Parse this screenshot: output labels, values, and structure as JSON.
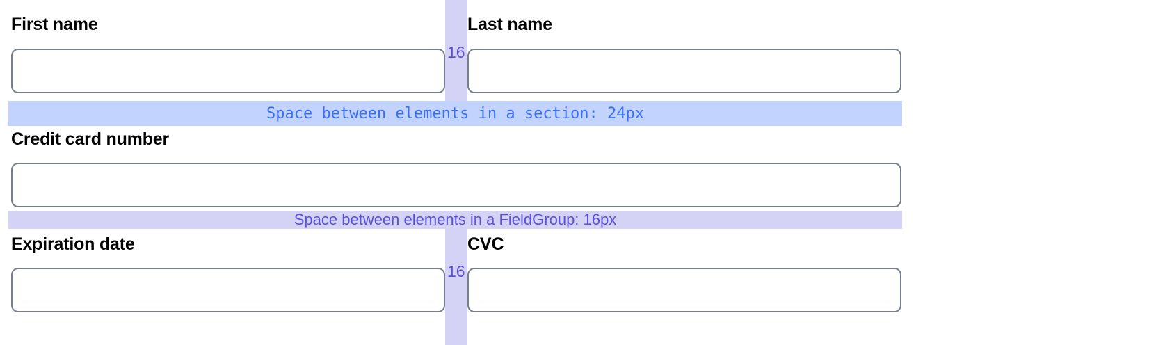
{
  "form": {
    "rows": [
      {
        "id": "name-row",
        "fields": [
          {
            "name": "first-name",
            "label": "First name",
            "value": "",
            "placeholder": ""
          },
          {
            "name": "last-name",
            "label": "Last name",
            "value": "",
            "placeholder": ""
          }
        ],
        "gutter_label": "16"
      },
      {
        "id": "credit-card-row",
        "fields": [
          {
            "name": "credit-card-number",
            "label": "Credit card number",
            "value": "",
            "placeholder": ""
          }
        ],
        "gutter_label": ""
      },
      {
        "id": "expiry-cvc-row",
        "fields": [
          {
            "name": "expiration-date",
            "label": "Expiration date",
            "value": "",
            "placeholder": ""
          },
          {
            "name": "cvc",
            "label": "CVC",
            "value": "",
            "placeholder": ""
          }
        ],
        "gutter_label": "16"
      }
    ]
  },
  "annotations": {
    "section_band": {
      "text": "Space between elements in a section: 24px",
      "value": "24px",
      "color": "#3b6ff5",
      "background": "#c2d3fd"
    },
    "fieldgroup_band": {
      "text": "Space between elements in a FieldGroup: 16px",
      "value": "16px",
      "color": "#5b4fe0",
      "background": "#d4d2f5"
    },
    "gutter": {
      "value": "16",
      "color": "#5b4fe0",
      "background": "#d4d2f5"
    }
  },
  "theme": {
    "page_background": "#ffffff",
    "input_border": "#787f8c",
    "label_color": "#000000",
    "section_band_bg": "#c2d3fd",
    "section_band_fg": "#3b6ff5",
    "fieldgroup_band_bg": "#d4d2f5",
    "fieldgroup_band_fg": "#5b4fe0"
  }
}
